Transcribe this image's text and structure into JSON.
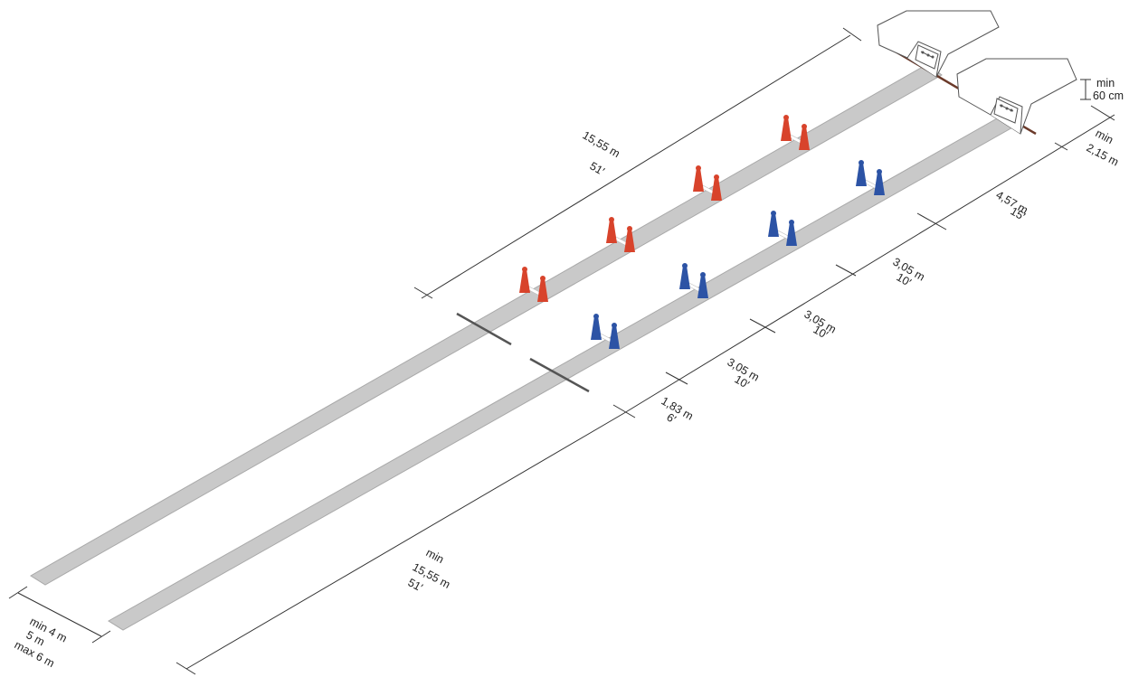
{
  "diagram": {
    "colors": {
      "lane": "#c9c9c9",
      "lane_edge": "#a9a9a9",
      "red_hurdle": "#d8432b",
      "blue_hurdle": "#2c53a5",
      "foul_line": "#555555",
      "box_line": "#555555",
      "board": "#6b3a2a",
      "dimension_line": "#333333"
    },
    "labels": {
      "total_top_value": "15,55 m",
      "total_top_imperial": "51′",
      "box_height_min": "min",
      "box_height_value": "60 cm",
      "box_width_min": "min",
      "box_width_value": "2,15 m",
      "seg1_value": "4,57 m",
      "seg1_imperial": "15′",
      "seg2_value": "3,05 m",
      "seg2_imperial": "10′",
      "seg3_value": "3,05 m",
      "seg3_imperial": "10′",
      "seg4_value": "3,05 m",
      "seg4_imperial": "10′",
      "seg5_value": "1,83 m",
      "seg5_imperial": "6′",
      "runback_min": "min",
      "runback_value": "15,55 m",
      "runback_imperial": "51′",
      "lane_width_min": "min  4 m",
      "lane_width_mid": "5 m",
      "lane_width_max": "max 6 m"
    }
  }
}
